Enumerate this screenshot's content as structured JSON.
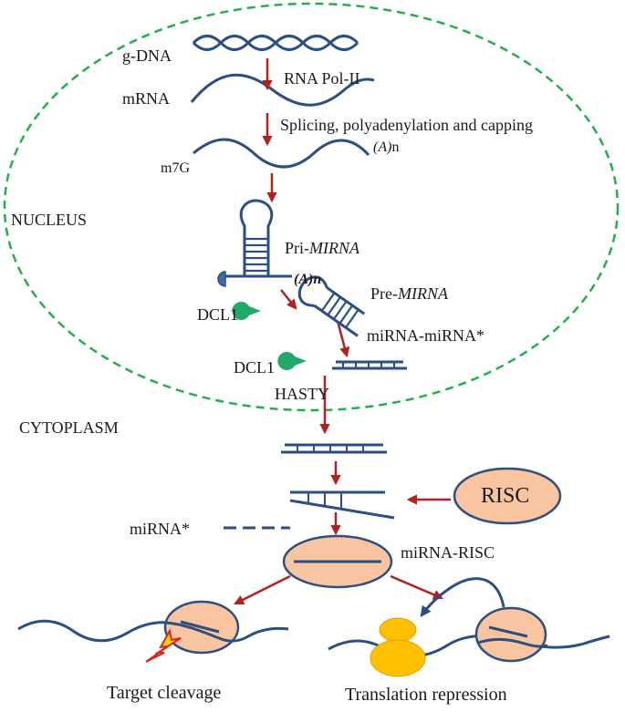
{
  "labels": {
    "gdna": "g-DNA",
    "rna_pol": "RNA Pol-II",
    "mrna": "mRNA",
    "splicing": "Splicing, polyadenylation and capping",
    "polya_1_a": "(A)",
    "polya_1_n": "n",
    "m7g": "m7G",
    "nucleus": "NUCLEUS",
    "pri_prefix": "Pri-",
    "pri_italic": "MIRNA",
    "polya_2": "(A)n",
    "pre_prefix": "Pre-",
    "pre_italic": "MIRNA",
    "dcl1_a": "DCL1",
    "dcl1_b": "DCL1",
    "duplex": "miRNA-miRNA*",
    "hasty": "HASTY",
    "cytoplasm": "CYTOPLASM",
    "risc": "RISC",
    "mirna_star": "miRNA*",
    "mirna_risc": "miRNA-RISC",
    "target_cleavage": "Target cleavage",
    "translation_repression": "Translation repression"
  },
  "colors": {
    "strand": "#2b4f82",
    "arrow": "#b41f1f",
    "nucleus_border": "#22b04b",
    "risc_fill": "#f8c5a0",
    "dcl1": "#1faa6a",
    "ribosome": "#ffc000",
    "bolt": "#ffd200"
  }
}
